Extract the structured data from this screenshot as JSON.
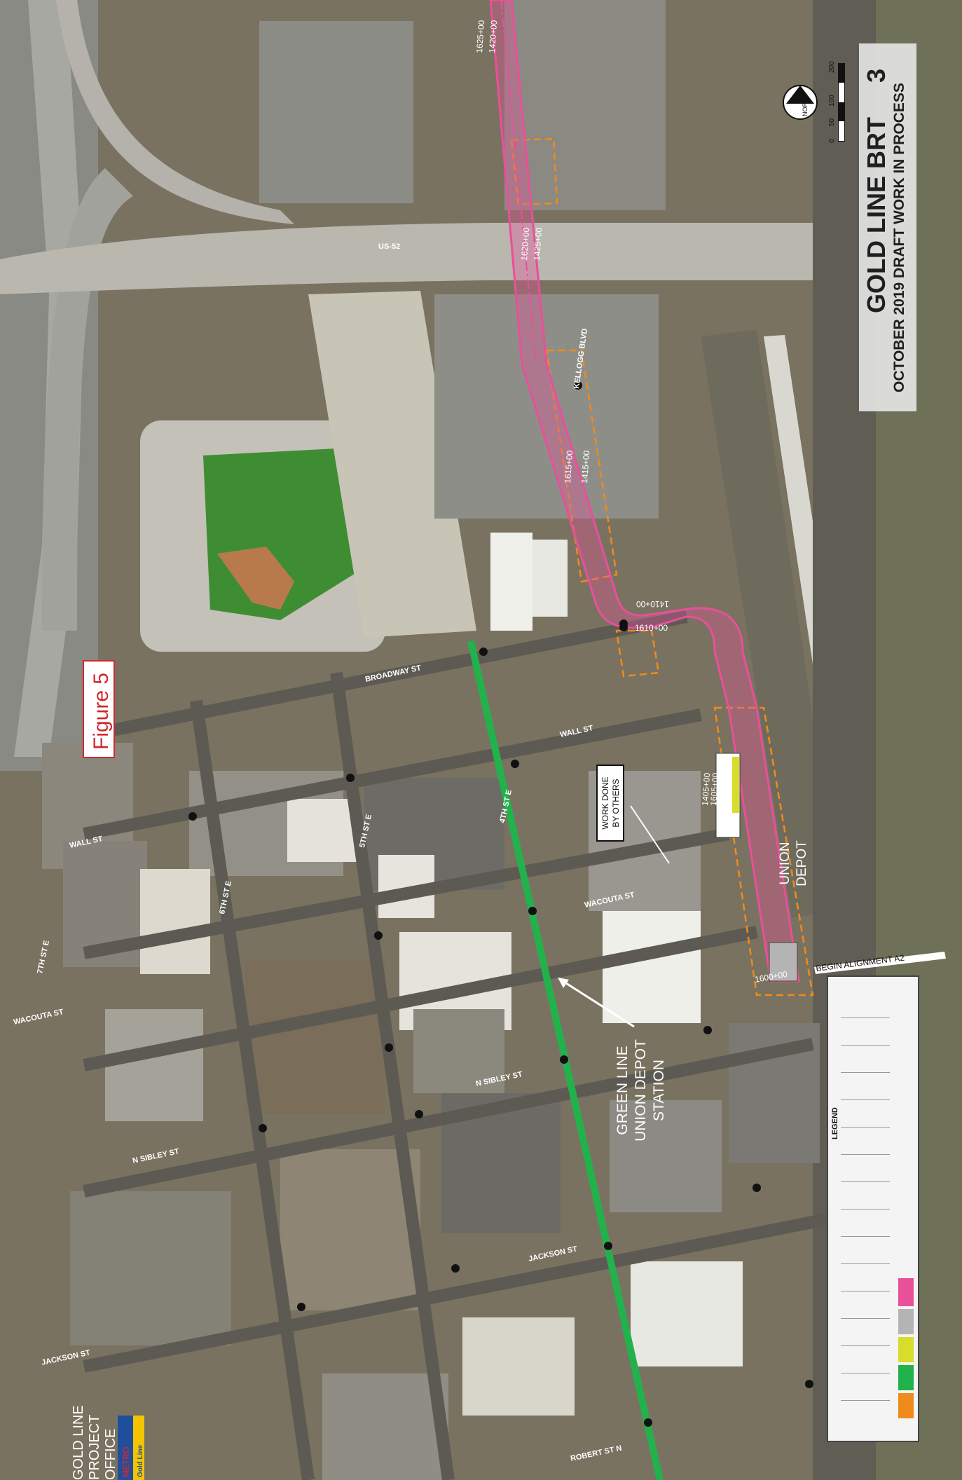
{
  "title": {
    "main": "GOLD LINE BRT",
    "sheet_number": "3",
    "subtitle": "OCTOBER 2019 DRAFT WORK IN PROCESS"
  },
  "north_arrow": {
    "label": "NORTH"
  },
  "scale_bar": {
    "ticks": [
      "0",
      "50",
      "100",
      "200"
    ]
  },
  "figure_label": "Figure 5",
  "features": {
    "union_depot": [
      "UNION",
      "DEPOT"
    ],
    "green_line_station": [
      "GREEN LINE",
      "UNION DEPOT",
      "STATION"
    ],
    "work_done": [
      "WORK DONE",
      "BY OTHERS"
    ],
    "begin_alignment": "BEGIN ALIGNMENT A2",
    "project_office": [
      "GOLD LINE",
      "PROJECT",
      "OFFICE"
    ],
    "logo_text": [
      "METRO",
      "Gold Line"
    ]
  },
  "streets": {
    "us52": "US-52",
    "kellogg": "KELLOGG BLVD",
    "broadway": "BROADWAY ST",
    "wall_east": "WALL ST",
    "wall_west": "WALL ST",
    "fourth_e": "4TH ST E",
    "fifth_e": "5TH ST E",
    "sixth_e": "6TH ST E",
    "seventh_e": "7TH ST E",
    "wacouta_east": "WACOUTA ST",
    "wacouta_west": "WACOUTA ST",
    "sibley_east": "N SIBLEY ST",
    "sibley_west": "N SIBLEY ST",
    "jackson_east": "JACKSON ST",
    "jackson_west": "JACKSON ST",
    "robert": "ROBERT ST N"
  },
  "stations": {
    "s1": "1620+00",
    "s2": "1425+00",
    "s3": "1625+00",
    "s4": "1420+00",
    "s5": "1615+00",
    "s6": "1415+00",
    "s7": "1610+00",
    "s8": "1410+00",
    "s9": "1605+00",
    "s10": "1405+00",
    "s11": "1600+00"
  },
  "legend": {
    "heading": "LEGEND"
  },
  "colors": {
    "brt_alignment": "#e8509a",
    "green_line": "#22b24c",
    "right_of_way": "#f08a1c",
    "platform": "#d8dc2a",
    "title_text": "#1f1f1f",
    "figure_text": "#d0282e",
    "logo_yellow": "#f5c400",
    "logo_blue": "#1f4f9c"
  }
}
